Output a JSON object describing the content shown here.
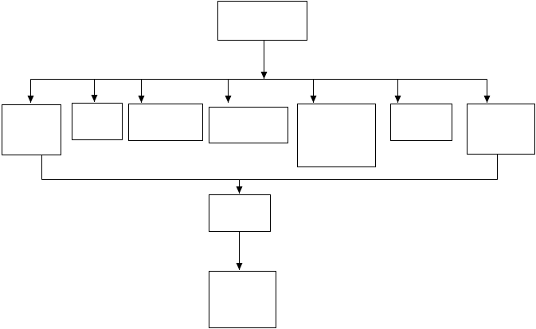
{
  "diagram": {
    "type": "flowchart",
    "stroke_color": "#000000",
    "fill_color": "#ffffff",
    "nodes": [
      {
        "id": "top",
        "label": ""
      },
      {
        "id": "branch-1",
        "label": ""
      },
      {
        "id": "branch-2",
        "label": ""
      },
      {
        "id": "branch-3",
        "label": ""
      },
      {
        "id": "branch-4",
        "label": ""
      },
      {
        "id": "branch-5",
        "label": ""
      },
      {
        "id": "branch-6",
        "label": ""
      },
      {
        "id": "branch-7",
        "label": ""
      },
      {
        "id": "merge",
        "label": ""
      },
      {
        "id": "bottom",
        "label": ""
      }
    ],
    "edges": [
      {
        "from": "top",
        "to": "branch-1"
      },
      {
        "from": "top",
        "to": "branch-2"
      },
      {
        "from": "top",
        "to": "branch-3"
      },
      {
        "from": "top",
        "to": "branch-4"
      },
      {
        "from": "top",
        "to": "branch-5"
      },
      {
        "from": "top",
        "to": "branch-6"
      },
      {
        "from": "top",
        "to": "branch-7"
      },
      {
        "from": "branch-1",
        "to": "merge"
      },
      {
        "from": "branch-7",
        "to": "merge"
      },
      {
        "from": "merge",
        "to": "bottom"
      }
    ]
  }
}
